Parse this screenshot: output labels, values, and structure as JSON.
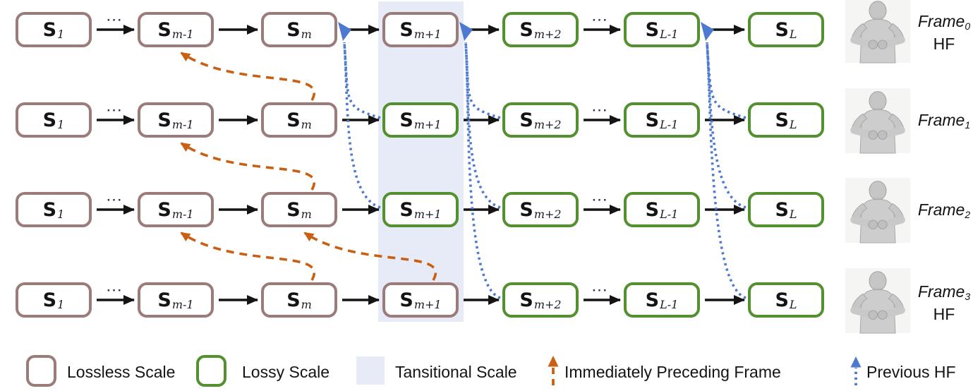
{
  "figure": {
    "box_label_base": "S",
    "ellipsis": "···",
    "columns": [
      {
        "sub": "1"
      },
      {
        "sub": "m-1"
      },
      {
        "sub": "m"
      },
      {
        "sub": "m+1"
      },
      {
        "sub": "m+2"
      },
      {
        "sub": "L-1"
      },
      {
        "sub": "L"
      }
    ],
    "frames": [
      {
        "label_base": "Frame",
        "sub": "0",
        "hf_label": "HF",
        "scale_types": [
          "lossless",
          "lossless",
          "lossless",
          "lossless",
          "lossy",
          "lossy",
          "lossy"
        ]
      },
      {
        "label_base": "Frame",
        "sub": "1",
        "hf_label": "",
        "scale_types": [
          "lossless",
          "lossless",
          "lossless",
          "lossy",
          "lossy",
          "lossy",
          "lossy"
        ]
      },
      {
        "label_base": "Frame",
        "sub": "2",
        "hf_label": "",
        "scale_types": [
          "lossless",
          "lossless",
          "lossless",
          "lossy",
          "lossy",
          "lossy",
          "lossy"
        ]
      },
      {
        "label_base": "Frame",
        "sub": "3",
        "hf_label": "HF",
        "scale_types": [
          "lossless",
          "lossless",
          "lossless",
          "lossless",
          "lossy",
          "lossy",
          "lossy"
        ]
      }
    ],
    "colors": {
      "lossless": "#9c7c7b",
      "lossy": "#539130",
      "transitional": "#e7ebf7",
      "preceding_frame": "#c95f13",
      "previous_hf": "#4d79cf",
      "connector": "#141414"
    },
    "preceding_frame_arrows": [
      {
        "from_frame": 1,
        "from_scale": "m",
        "to_frame": 0,
        "to_scale": "m-1"
      },
      {
        "from_frame": 2,
        "from_scale": "m",
        "to_frame": 1,
        "to_scale": "m-1"
      },
      {
        "from_frame": 3,
        "from_scale": "m",
        "to_frame": 2,
        "to_scale": "m-1"
      },
      {
        "from_frame": 3,
        "from_scale": "m+1",
        "to_frame": 2,
        "to_scale": "m"
      }
    ],
    "previous_hf_arrows": [
      {
        "from_frame": 1,
        "from_scale": "m+1",
        "to_frame": 0,
        "to_scale": "m"
      },
      {
        "from_frame": 2,
        "from_scale": "m+1",
        "to_frame": 0,
        "to_scale": "m"
      },
      {
        "from_frame": 1,
        "from_scale": "m+2",
        "to_frame": 0,
        "to_scale": "m+1"
      },
      {
        "from_frame": 2,
        "from_scale": "m+2",
        "to_frame": 0,
        "to_scale": "m+1"
      },
      {
        "from_frame": 3,
        "from_scale": "m+2",
        "to_frame": 0,
        "to_scale": "m+1"
      },
      {
        "from_frame": 1,
        "from_scale": "L",
        "to_frame": 0,
        "to_scale": "L-1"
      },
      {
        "from_frame": 2,
        "from_scale": "L",
        "to_frame": 0,
        "to_scale": "L-1"
      },
      {
        "from_frame": 3,
        "from_scale": "L",
        "to_frame": 0,
        "to_scale": "L-1"
      }
    ],
    "legend": [
      {
        "label": "Lossless Scale"
      },
      {
        "label": "Lossy Scale"
      },
      {
        "label": "Tansitional Scale"
      },
      {
        "label": "Immediately Preceding Frame"
      },
      {
        "label": "Previous HF"
      }
    ]
  }
}
